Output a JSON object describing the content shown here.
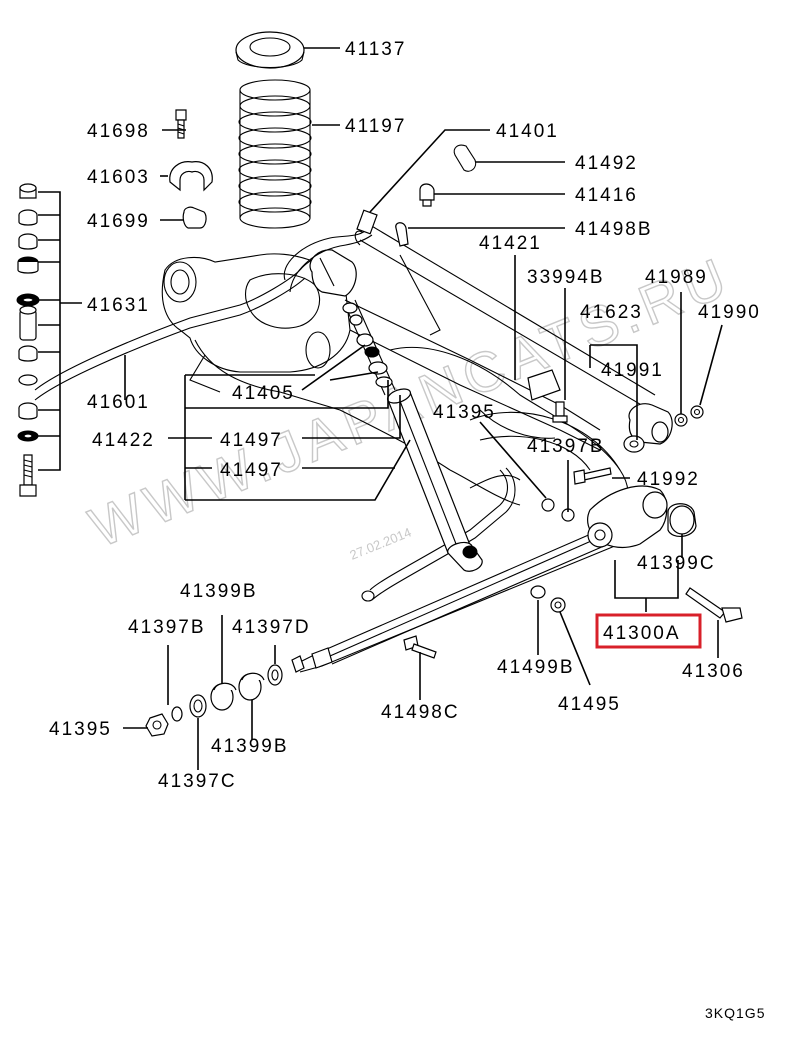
{
  "diagram": {
    "watermark": "WWW.JAPANCATS.RU",
    "date_stamp": "27.02.2014",
    "figure_code": "3KQ1G5",
    "highlight_color": "#d8202a",
    "highlighted_part": "41300A",
    "labels": {
      "p41137": "41137",
      "p41197": "41197",
      "p41698": "41698",
      "p41603": "41603",
      "p41699": "41699",
      "p41631": "41631",
      "p41601": "41601",
      "p41405": "41405",
      "p41422": "41422",
      "p41497a": "41497",
      "p41497b": "41497",
      "p41401": "41401",
      "p41492": "41492",
      "p41416": "41416",
      "p41498b": "41498B",
      "p41421": "41421",
      "p33994b": "33994B",
      "p41989": "41989",
      "p41623": "41623",
      "p41990": "41990",
      "p41991": "41991",
      "p41395a": "41395",
      "p41397b_a": "41397B",
      "p41992": "41992",
      "p41399c": "41399C",
      "p41300a": "41300A",
      "p41306": "41306",
      "p41499b": "41499B",
      "p41495": "41495",
      "p41498c": "41498C",
      "p41399b_a": "41399B",
      "p41397b_b": "41397B",
      "p41397d": "41397D",
      "p41395b": "41395",
      "p41399b_b": "41399B",
      "p41397c": "41397C"
    }
  }
}
